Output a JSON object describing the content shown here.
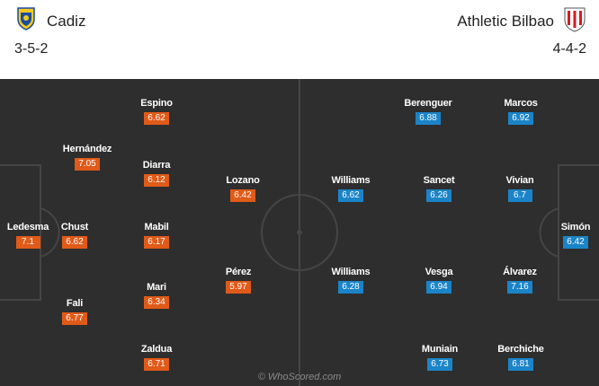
{
  "home": {
    "name": "Cadiz",
    "formation": "3-5-2",
    "players": [
      {
        "name": "Espino",
        "rating": "6.62"
      },
      {
        "name": "Hernández",
        "rating": "7.05"
      },
      {
        "name": "Diarra",
        "rating": "6.12"
      },
      {
        "name": "Lozano",
        "rating": "6.42"
      },
      {
        "name": "Ledesma",
        "rating": "7.1"
      },
      {
        "name": "Chust",
        "rating": "6.62"
      },
      {
        "name": "Mabil",
        "rating": "6.17"
      },
      {
        "name": "Pérez",
        "rating": "5.97"
      },
      {
        "name": "Mari",
        "rating": "6.34"
      },
      {
        "name": "Fali",
        "rating": "6.77"
      },
      {
        "name": "Zaldua",
        "rating": "6.71"
      }
    ]
  },
  "away": {
    "name": "Athletic Bilbao",
    "formation": "4-4-2",
    "players": [
      {
        "name": "Berenguer",
        "rating": "6.88"
      },
      {
        "name": "Marcos",
        "rating": "6.92"
      },
      {
        "name": "Williams",
        "rating": "6.62"
      },
      {
        "name": "Sancet",
        "rating": "6.26"
      },
      {
        "name": "Vivian",
        "rating": "6.7"
      },
      {
        "name": "Simón",
        "rating": "6.42"
      },
      {
        "name": "Williams",
        "rating": "6.28"
      },
      {
        "name": "Vesga",
        "rating": "6.94"
      },
      {
        "name": "Álvarez",
        "rating": "7.16"
      },
      {
        "name": "Muniain",
        "rating": "6.73"
      },
      {
        "name": "Berchiche",
        "rating": "6.81"
      }
    ]
  },
  "watermark": "© WhoScored.com",
  "colors": {
    "home_rating": "#e05a18",
    "away_rating": "#1b84c8",
    "pitch": "#2e2e2e"
  }
}
